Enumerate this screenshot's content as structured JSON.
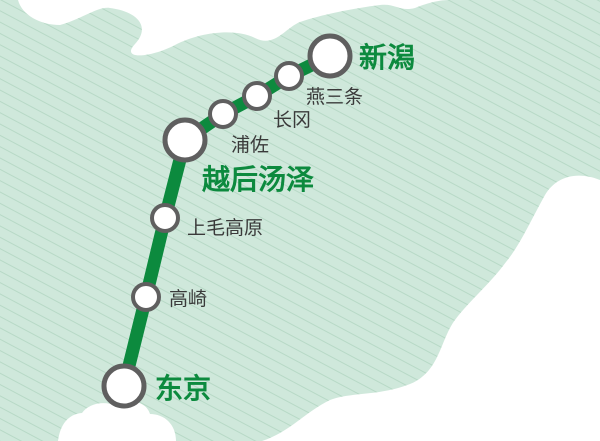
{
  "colors": {
    "land": "#cfe8db",
    "land_hatch": "#b7d9c6",
    "sea": "#ffffff",
    "line": "#0c8a3e",
    "station_fill": "#ffffff",
    "station_stroke": "#5f5f5f",
    "major_label": "#0c8a3e",
    "minor_label": "#3a3a3a"
  },
  "stations": [
    {
      "id": "niigata",
      "name": "新潟",
      "major": true
    },
    {
      "id": "tsubamesanjo",
      "name": "燕三条",
      "major": false
    },
    {
      "id": "nagaoka",
      "name": "长冈",
      "major": false
    },
    {
      "id": "urasa",
      "name": "浦佐",
      "major": false
    },
    {
      "id": "echigo-yuzawa",
      "name": "越后汤泽",
      "major": true
    },
    {
      "id": "jomo-kogen",
      "name": "上毛高原",
      "major": false
    },
    {
      "id": "takasaki",
      "name": "高崎",
      "major": false
    },
    {
      "id": "tokyo",
      "name": "东京",
      "major": true
    }
  ]
}
